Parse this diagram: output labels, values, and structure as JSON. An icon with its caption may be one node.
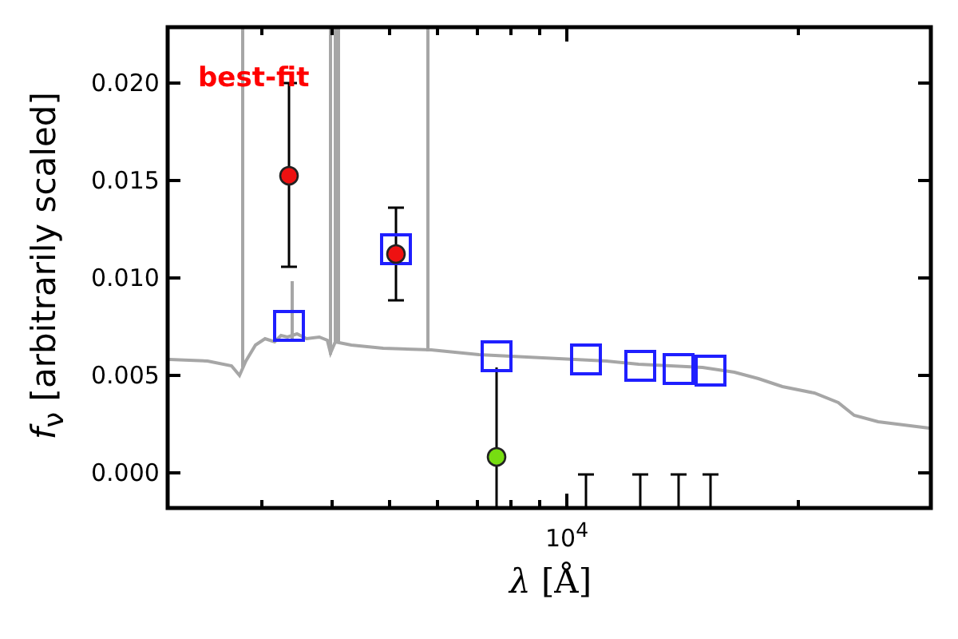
{
  "diagram": {
    "labels": [
      "best-fit",
      "*f*$_{ν}$ [arbitrarily scaled]",
      "0.020",
      "0.015",
      "0.010",
      "0.005",
      "0.000",
      "10$^{4}$",
      "*λ* [Å]"
    ]
  }
}
